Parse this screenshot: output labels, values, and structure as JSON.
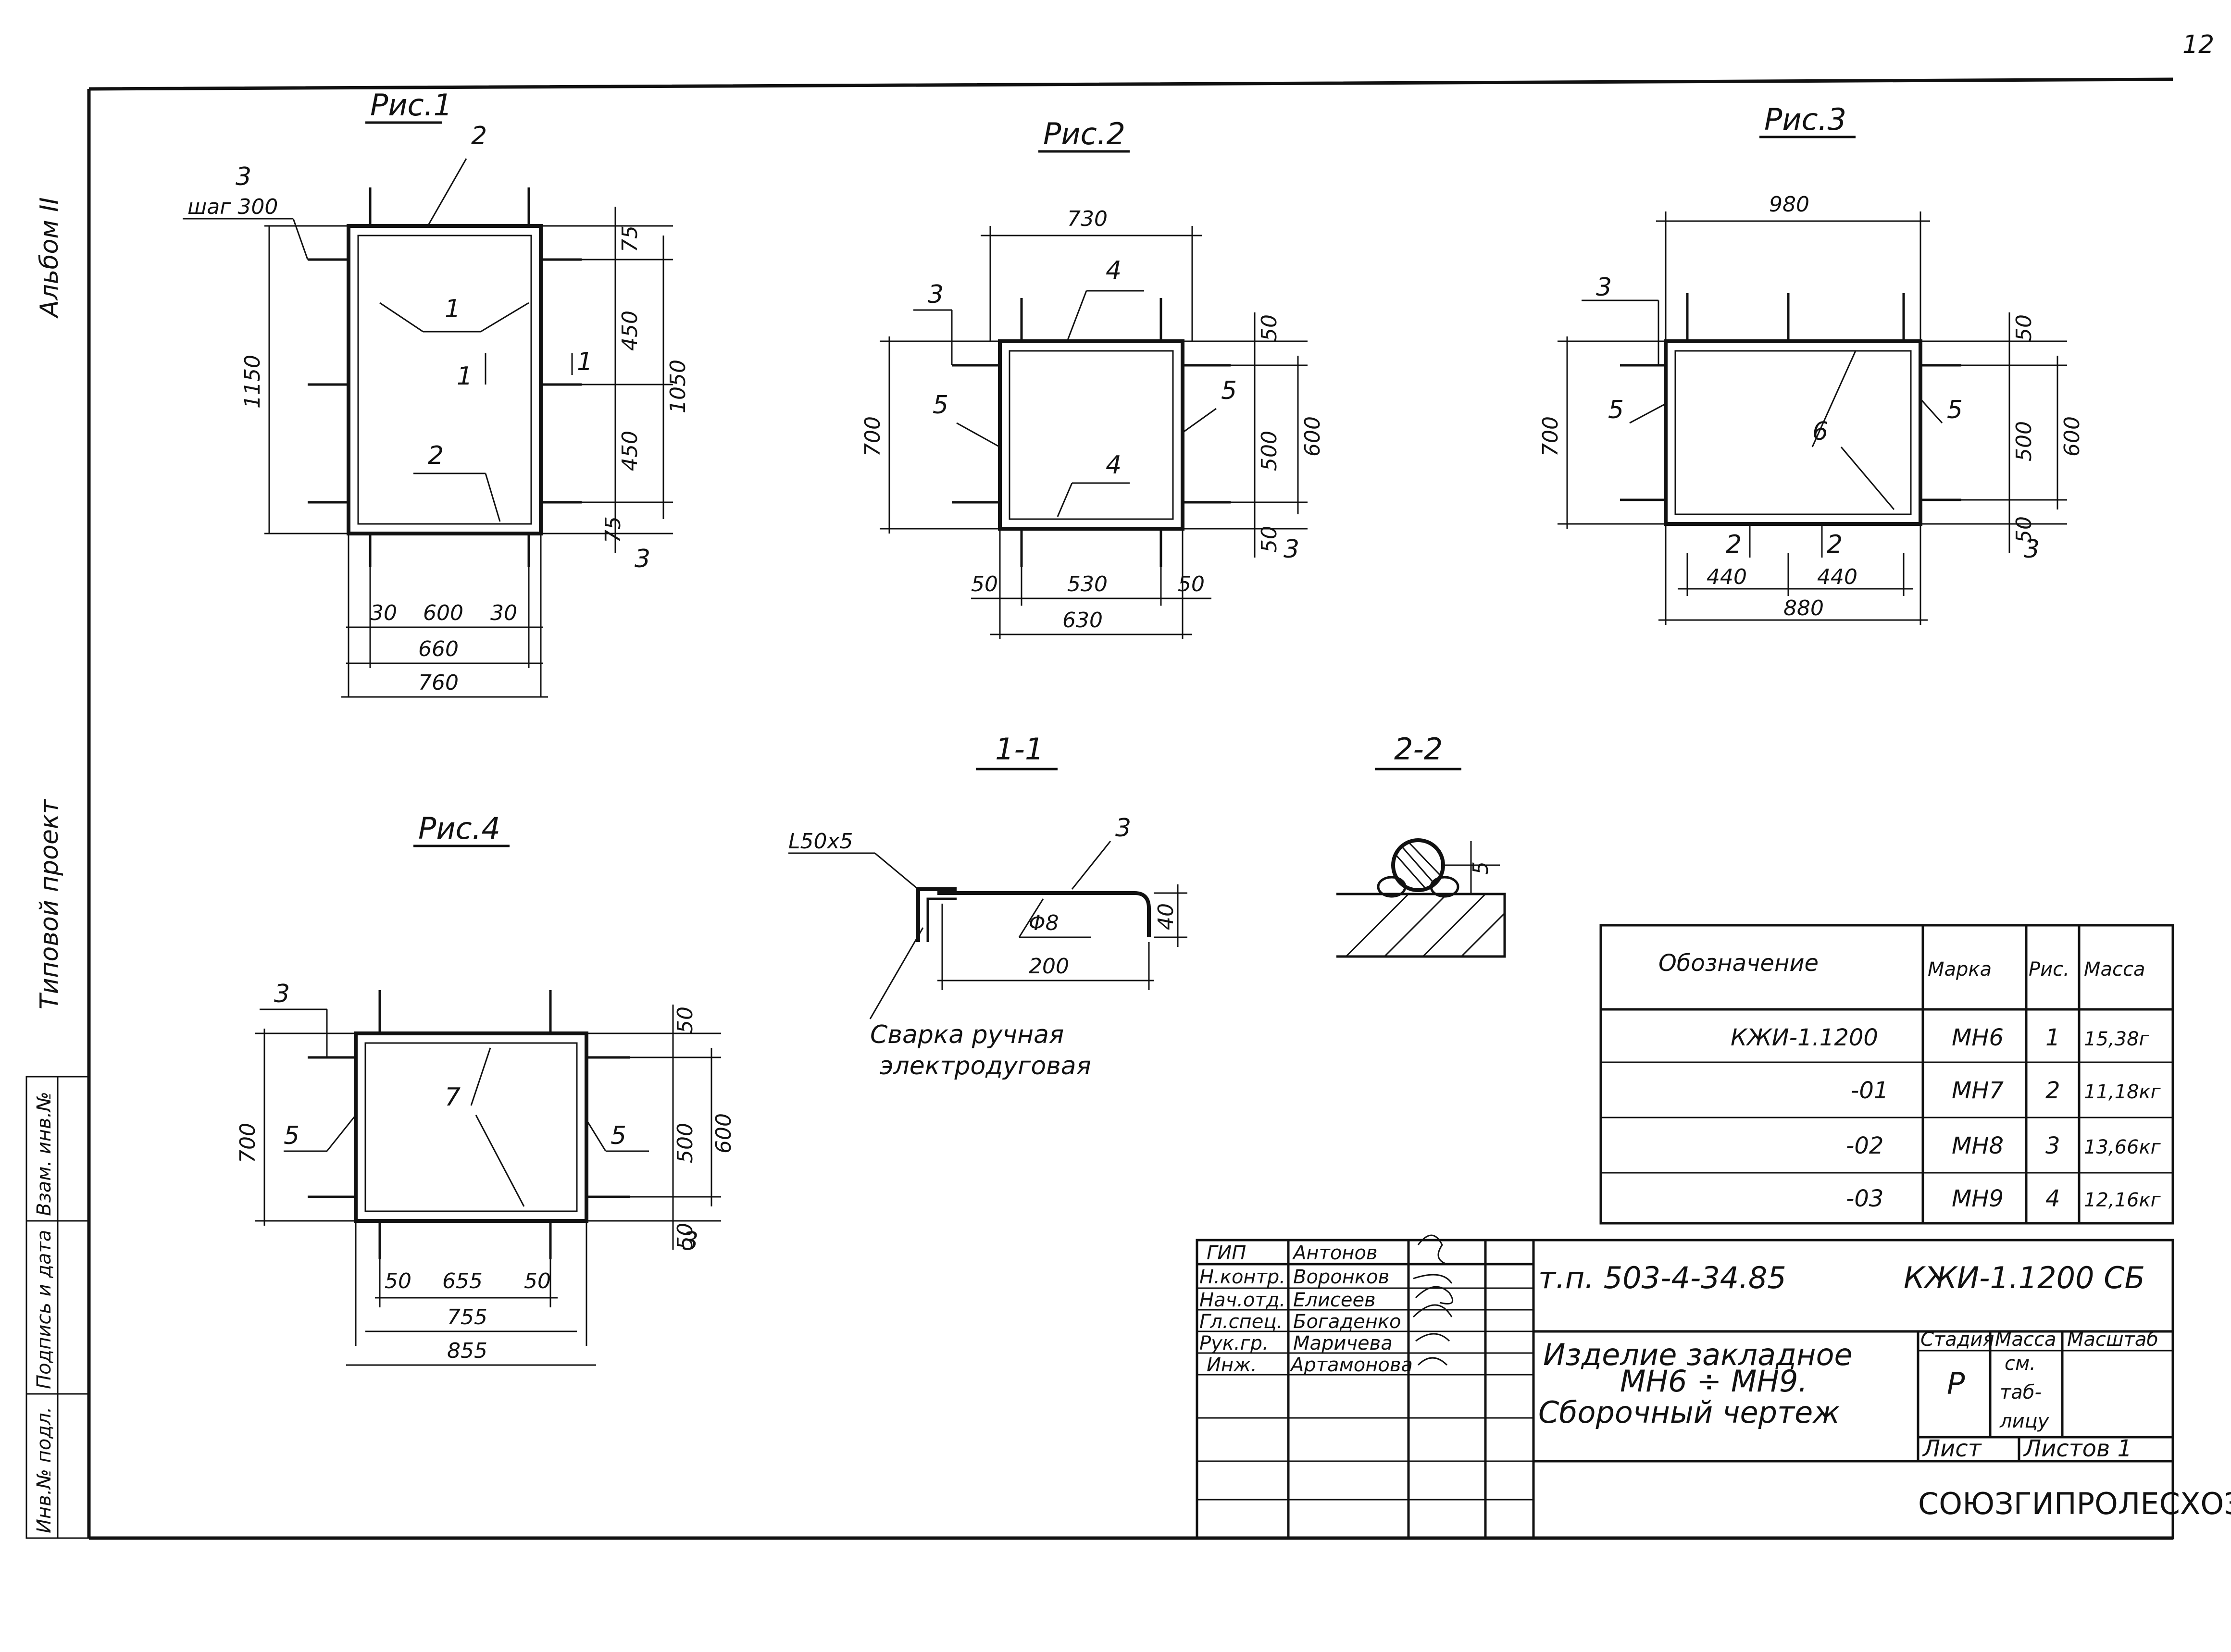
{
  "page_number": "12",
  "side_labels": {
    "album": "Альбом II",
    "copy": "Типовой проект"
  },
  "side_stamp": [
    "Инв.№ подл.",
    "Подпись и дата",
    "Взам. инв.№"
  ],
  "fig1": {
    "title": "Рис.1",
    "pos2_top": "2",
    "pos2_bottom": "2",
    "pos3": "3",
    "pitch": "шаг 300",
    "pos1": "1",
    "sec": "1",
    "dims": {
      "h1150": "1150",
      "h1050": "1050",
      "h450a": "450",
      "h450b": "450",
      "h75a": "75",
      "h75b": "75",
      "pos3b": "3",
      "w30a": "30",
      "w600": "600",
      "w30b": "30",
      "w660": "660",
      "w760": "760"
    }
  },
  "fig2": {
    "title": "Рис.2",
    "pos4_top": "4",
    "pos4_bottom": "4",
    "pos3": "3",
    "pos5_left": "5",
    "pos5_right": "5",
    "dims": {
      "w730": "730",
      "h700": "700",
      "h50a": "50",
      "h500": "500",
      "h600": "600",
      "h50b": "50",
      "pos3b": "3",
      "w50a": "50",
      "w530": "530",
      "w50b": "50",
      "w630": "630"
    }
  },
  "fig3": {
    "title": "Рис.3",
    "pos3": "3",
    "pos5_left": "5",
    "pos5_right": "5",
    "pos6": "6",
    "sec2a": "2",
    "sec2b": "2",
    "dims": {
      "w980": "980",
      "h700": "700",
      "h50a": "50",
      "h500": "500",
      "h600": "600",
      "h50b": "50",
      "pos3b": "3",
      "w440a": "440",
      "w440b": "440",
      "w880": "880"
    }
  },
  "fig4": {
    "title": "Рис.4",
    "pos3": "3",
    "pos5_left": "5",
    "pos5_right": "5",
    "pos7": "7",
    "dims": {
      "h700": "700",
      "h50a": "50",
      "h500": "500",
      "h600": "600",
      "h50b": "50",
      "pos3b": "3",
      "w50a": "50",
      "w655": "655",
      "w50b": "50",
      "w755": "755",
      "w855": "855"
    }
  },
  "section11": {
    "title": "1-1",
    "angle": "L50x5",
    "pos3": "3",
    "rod": "Φ8",
    "h40": "40",
    "w200": "200",
    "weld_line1": "Сварка ручная",
    "weld_line2": "электродуговая"
  },
  "section22": {
    "title": "2-2",
    "weld": "5"
  },
  "spec_table": {
    "headers": [
      "Обозначение",
      "Марка",
      "Рис.",
      "Масса"
    ],
    "rows": [
      [
        "КЖИ-1.1200",
        "МН6",
        "1",
        "15,38г"
      ],
      [
        "-01",
        "МН7",
        "2",
        "11,18кг"
      ],
      [
        "-02",
        "МН8",
        "3",
        "13,66кг"
      ],
      [
        "-03",
        "МН9",
        "4",
        "12,16кг"
      ]
    ]
  },
  "title_block": {
    "signers": [
      {
        "role": "ГИП",
        "name": "Антонов"
      },
      {
        "role": "Н.контр.",
        "name": "Воронков"
      },
      {
        "role": "Нач.отд.",
        "name": "Елисеев"
      },
      {
        "role": "Гл.спец.",
        "name": "Богаденко"
      },
      {
        "role": "Рук.гр.",
        "name": "Маричева"
      },
      {
        "role": "Инж.",
        "name": "Артамонова"
      }
    ],
    "project": "т.п. 503-4-34.85",
    "code": "КЖИ-1.1200 СБ",
    "name_line1": "Изделие закладное",
    "name_line2": "МН6 ÷ МН9.",
    "name_line3": "Сборочный чертеж",
    "stage_h": "Стадия",
    "mass_h": "Масса",
    "scale_h": "Масштаб",
    "stage": "Р",
    "mass_line1": "см.",
    "mass_line2": "таб-",
    "mass_line3": "лицу",
    "sheet_h": "Лист",
    "sheets_h": "Листов 1",
    "org": "СОЮЗГИПРОЛЕСХОЗ"
  }
}
